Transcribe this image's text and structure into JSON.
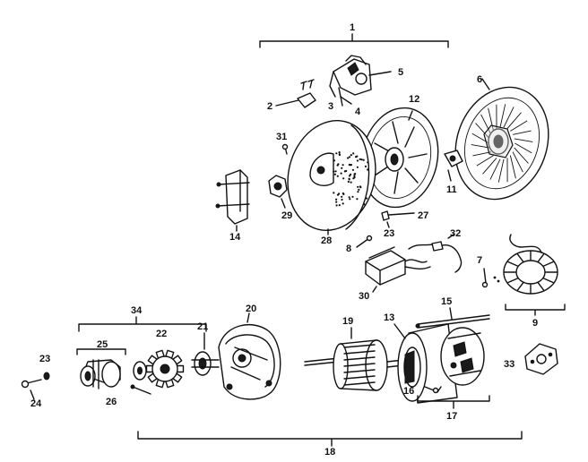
{
  "labels": {
    "l1": "1",
    "l2": "2",
    "l3": "3",
    "l4": "4",
    "l5": "5",
    "l6": "6",
    "l7": "7",
    "l8": "8",
    "l9": "9",
    "l11": "11",
    "l12": "12",
    "l13": "13",
    "l14": "14",
    "l15": "15",
    "l16": "16",
    "l17": "17",
    "l18": "18",
    "l19": "19",
    "l20": "20",
    "l21": "21",
    "l22": "22",
    "l23a": "23",
    "l23b": "23",
    "l24": "24",
    "l25": "25",
    "l26": "26",
    "l27": "27",
    "l28": "28",
    "l29": "29",
    "l30": "30",
    "l31": "31",
    "l32": "32",
    "l33": "33",
    "l34": "34"
  },
  "colors": {
    "ink": "#111111",
    "paper": "#ffffff"
  }
}
